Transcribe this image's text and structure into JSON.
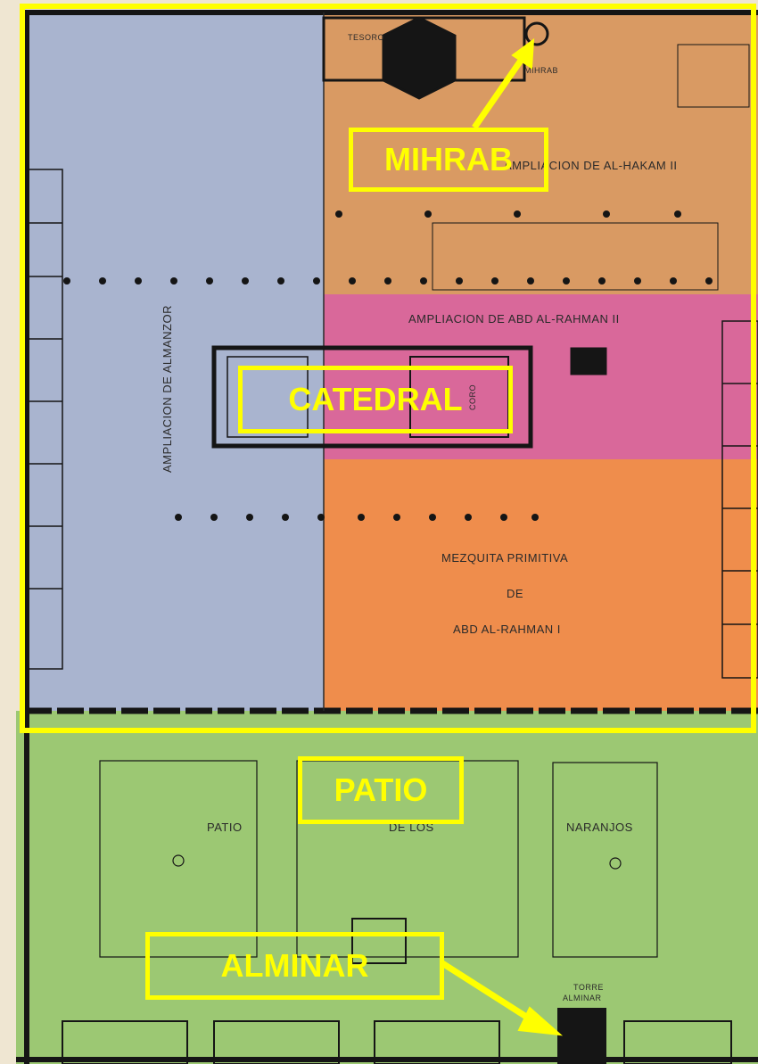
{
  "plan": {
    "zones": {
      "almanzor": "AMPLIACION DE ALMANZOR",
      "hakam": "AMPLIACION DE AL-HAKAM II",
      "abd_ii": "AMPLIACION DE ABD AL-RAHMAN II",
      "primitiva": [
        "MEZQUITA PRIMITIVA",
        "DE",
        "ABD AL-RAHMAN I"
      ],
      "tesoro": "TESORO",
      "mihrab_small": "MIHRAB",
      "coro": "CORO",
      "patio": [
        "PATIO",
        "DE LOS",
        "NARANJOS"
      ],
      "torre": [
        "TORRE",
        "ALMINAR"
      ]
    },
    "colors": {
      "almanzor": "#a9b4cf",
      "hakam": "#d99a63",
      "abd_ii": "#d9689a",
      "primitiva": "#ef8d4c",
      "patio": "#9cc873",
      "walls": "#151515",
      "highlight": "#ffff00"
    }
  },
  "callouts": {
    "mihrab": "MIHRAB",
    "catedral": "CATEDRAL",
    "patio": "PATIO",
    "alminar": "ALMINAR"
  }
}
